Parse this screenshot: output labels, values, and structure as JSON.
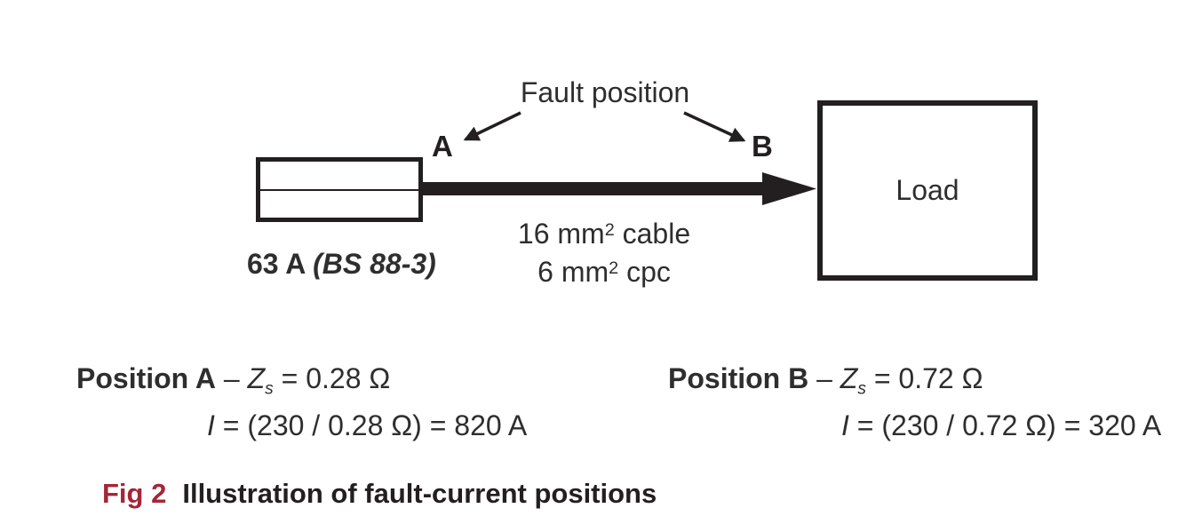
{
  "figure": {
    "fault_position_label": "Fault position",
    "point_a_label": "A",
    "point_b_label": "B",
    "fuse": {
      "rating": "63 A ",
      "standard": "(BS 88-3)"
    },
    "load_label": "Load",
    "cable": {
      "base": "16 mm",
      "sup": "2",
      "rest": " cable"
    },
    "cpc": {
      "base": "6 mm",
      "sup": "2",
      "rest": " cpc"
    }
  },
  "equations": {
    "a": {
      "position_label": "Position A",
      "separator": " – ",
      "impedance_symbol": "Z",
      "impedance_subscript": "s",
      "impedance_value": " = 0.28 Ω",
      "current_symbol": "I",
      "current_equation": " = (230 / 0.28 Ω) = 820 A"
    },
    "b": {
      "position_label": "Position B",
      "separator": " – ",
      "impedance_symbol": "Z",
      "impedance_subscript": "s",
      "impedance_value": " = 0.72 Ω",
      "current_symbol": "I",
      "current_equation": " = (230 / 0.72 Ω) = 320 A"
    }
  },
  "caption": {
    "fig_label": "Fig 2",
    "title": "Illustration of fault-current positions"
  },
  "colors": {
    "ink": "#231f20",
    "text": "#2e2e2e",
    "fig_accent": "#a32638"
  }
}
